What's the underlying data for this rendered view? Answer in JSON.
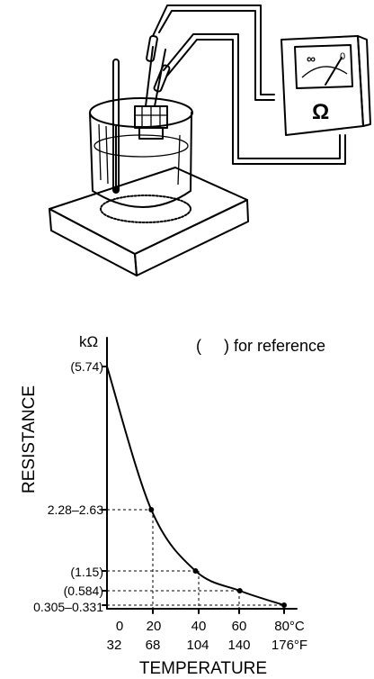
{
  "meter": {
    "infinity_symbol": "∞",
    "zero_mark": "0",
    "ohm_symbol": "Ω"
  },
  "chart_data": {
    "type": "line",
    "note": "(     ) for reference",
    "ylabel": "RESISTANCE",
    "yunit": "kΩ",
    "xlabel": "TEMPERATURE",
    "x_ticks_c": [
      "0",
      "20",
      "40",
      "60",
      "80°C"
    ],
    "x_ticks_f": [
      "32",
      "68",
      "104",
      "140",
      "176°F"
    ],
    "y_ticks": [
      "(5.74)",
      "2.28–2.63",
      "(1.15)",
      "(0.584)",
      "0.305–0.331"
    ],
    "x": [
      0,
      20,
      40,
      60,
      80
    ],
    "y": [
      5.74,
      2.45,
      1.15,
      0.584,
      0.318
    ]
  }
}
